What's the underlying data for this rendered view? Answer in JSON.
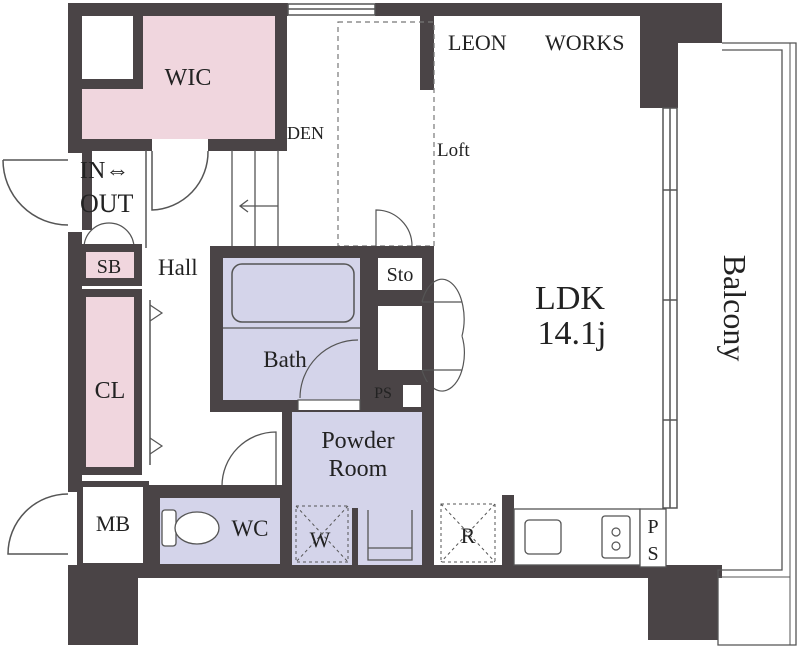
{
  "labels": {
    "brand_left": "LEON",
    "brand_right": "WORKS",
    "wic": "WIC",
    "den": "DEN",
    "loft": "Loft",
    "entrance_in": "IN⇔",
    "entrance_out": "OUT",
    "sb": "SB",
    "hall": "Hall",
    "sto": "Sto",
    "bath": "Bath",
    "ps_center": "PS",
    "cl": "CL",
    "powder_line1": "Powder",
    "powder_line2": "Room",
    "mb": "MB",
    "wc": "WC",
    "w": "W",
    "r": "R",
    "ps_kitchen_top": "P",
    "ps_kitchen_bottom": "S",
    "ldk_line1": "LDK",
    "ldk_line2": "14.1j",
    "balcony": "Balcony"
  },
  "colors": {
    "wall": "#4a4446",
    "pink_room": "#f0d6de",
    "lavender_room": "#d4d4ea",
    "floor": "#ffffff",
    "line": "#555555",
    "text": "#222222"
  }
}
